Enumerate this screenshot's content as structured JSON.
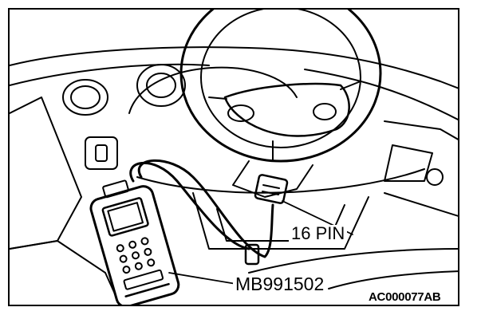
{
  "labels": {
    "connector": "16 PIN",
    "tool_part_number": "MB991502",
    "figure_code": "AC000077AB"
  },
  "colors": {
    "line": "#000000",
    "background": "#ffffff"
  }
}
